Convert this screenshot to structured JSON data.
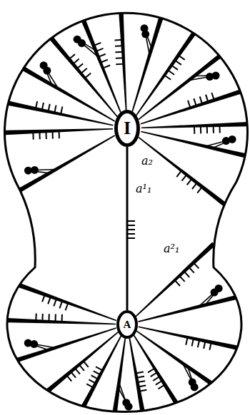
{
  "diagram": {
    "nodes": [
      {
        "text": [
          "I"
        ]
      },
      {
        "text": [
          "A"
        ]
      }
    ],
    "edges": [
      {
        "from": 0,
        "to": 1,
        "arrow": "none",
        "label": "a¹₁"
      }
    ],
    "labels": [
      "a₂",
      "a²₁"
    ]
  }
}
